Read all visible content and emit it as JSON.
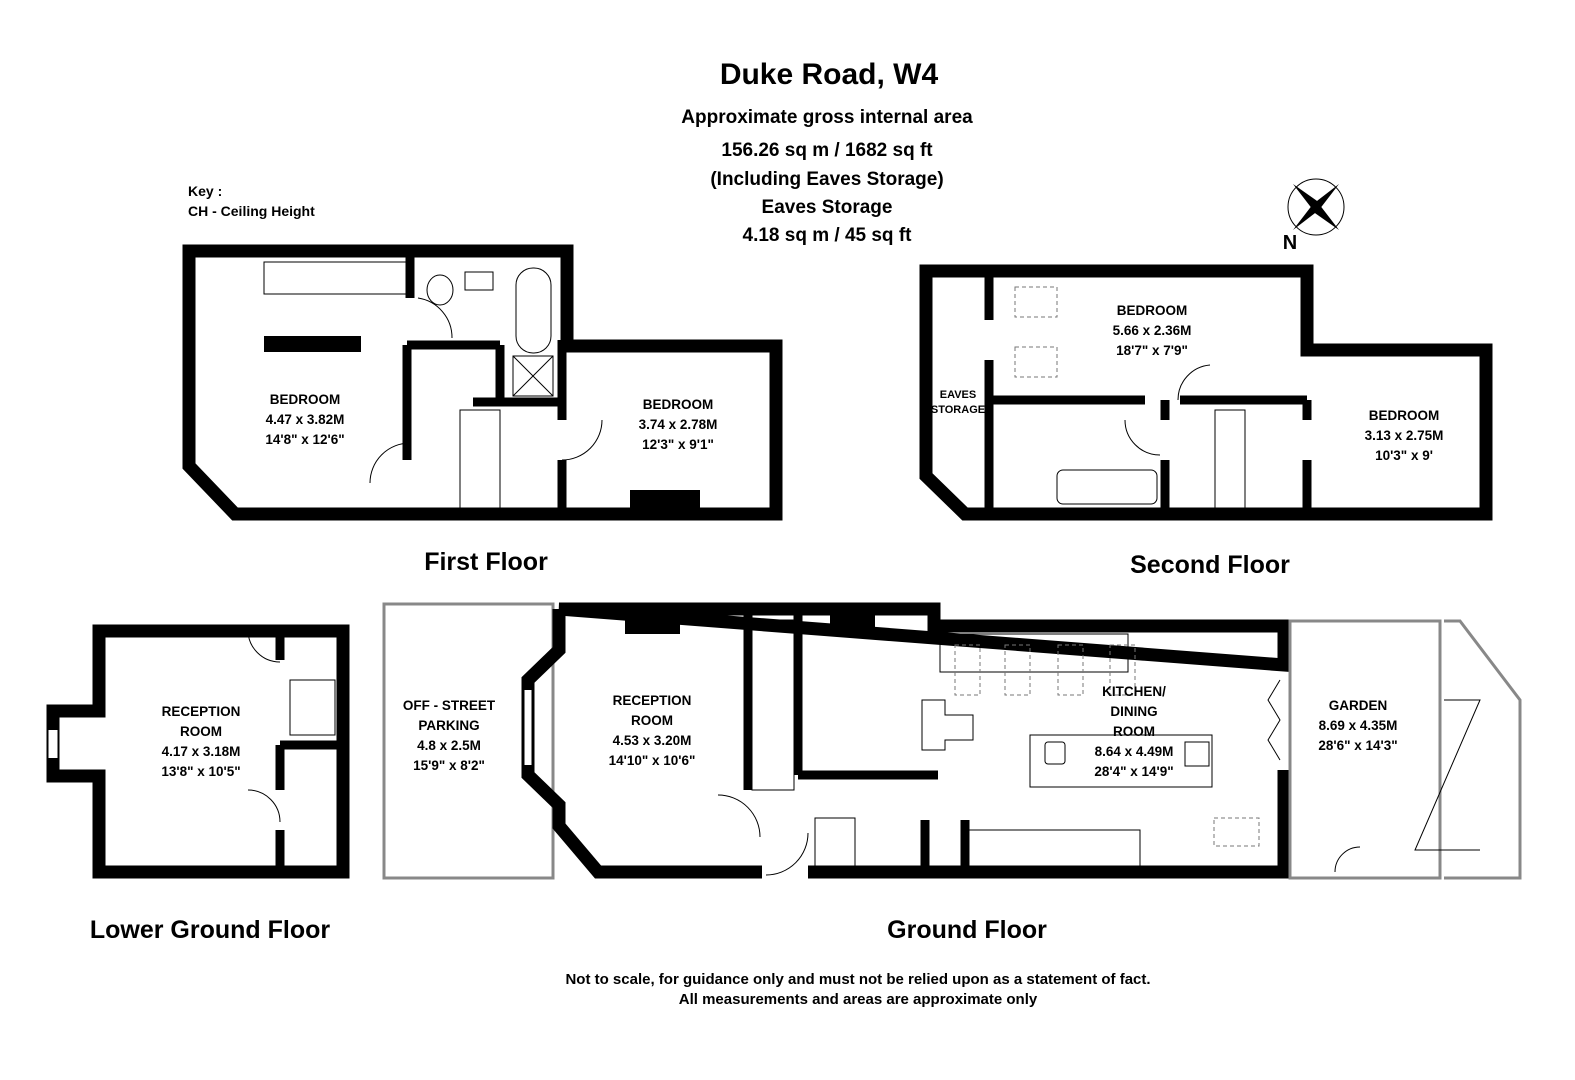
{
  "header": {
    "title": "Duke Road, W4",
    "subtitle": "Approximate gross internal area",
    "area": "156.26 sq m /  1682 sq ft",
    "area_note": "(Including Eaves Storage)",
    "eaves_label": "Eaves Storage",
    "eaves_area": "4.18 sq m / 45 sq ft"
  },
  "key": {
    "title": "Key :",
    "ch": "CH - Ceiling Height"
  },
  "compass": {
    "label": "N"
  },
  "floors": {
    "first": {
      "label": "First Floor",
      "rooms": [
        {
          "name": "BEDROOM",
          "metric": "4.47 x 3.82M",
          "imperial": "14'8\" x 12'6\""
        },
        {
          "name": "BEDROOM",
          "metric": "3.74 x 2.78M",
          "imperial": "12'3\" x 9'1\""
        }
      ]
    },
    "second": {
      "label": "Second Floor",
      "eaves": [
        "EAVES",
        "STORAGE"
      ],
      "rooms": [
        {
          "name": "BEDROOM",
          "metric": "5.66 x 2.36M",
          "imperial": "18'7\" x 7'9\""
        },
        {
          "name": "BEDROOM",
          "metric": "3.13 x 2.75M",
          "imperial": "10'3\" x 9'"
        }
      ]
    },
    "lower_ground": {
      "label": "Lower Ground Floor",
      "rooms": [
        {
          "name": "RECEPTION",
          "name2": "ROOM",
          "metric": "4.17 x 3.18M",
          "imperial": "13'8\" x 10'5\""
        }
      ]
    },
    "ground": {
      "label": "Ground Floor",
      "rooms": [
        {
          "name": "OFF - STREET",
          "name2": "PARKING",
          "metric": "4.8 x 2.5M",
          "imperial": "15'9\" x 8'2\""
        },
        {
          "name": "RECEPTION",
          "name2": "ROOM",
          "metric": "4.53 x 3.20M",
          "imperial": "14'10\" x 10'6\""
        },
        {
          "name": "KITCHEN/",
          "name2": "DINING",
          "name3": "ROOM",
          "metric": "8.64 x 4.49M",
          "imperial": "28'4\" x 14'9\""
        },
        {
          "name": "GARDEN",
          "metric": "8.69 x 4.35M",
          "imperial": "28'6\" x 14'3\""
        }
      ]
    }
  },
  "disclaimer": {
    "line1": "Not to scale, for guidance only and must not be relied upon as a statement of fact.",
    "line2": "All measurements and areas are approximate only"
  }
}
